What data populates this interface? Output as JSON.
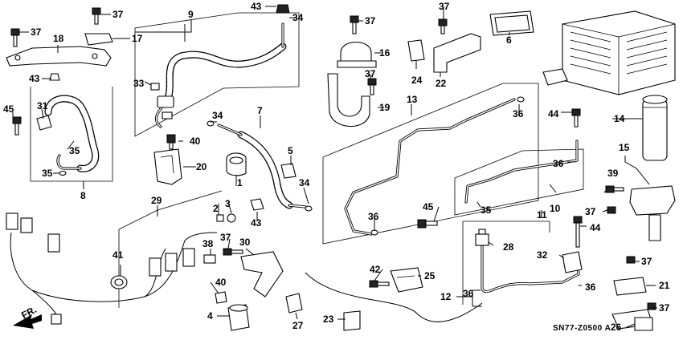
{
  "diagram": {
    "code": "SN77-Z0500 A",
    "labels": [
      "1",
      "2",
      "3",
      "4",
      "5",
      "6",
      "7",
      "8",
      "9",
      "10",
      "11",
      "12",
      "13",
      "14",
      "15",
      "16",
      "17",
      "18",
      "19",
      "20",
      "21",
      "22",
      "23",
      "24",
      "25",
      "26",
      "27",
      "28",
      "29",
      "30",
      "31",
      "32",
      "33",
      "34",
      "35",
      "36",
      "37",
      "38",
      "39",
      "40",
      "41",
      "42",
      "43",
      "44",
      "45"
    ],
    "fr_label": "FR."
  }
}
